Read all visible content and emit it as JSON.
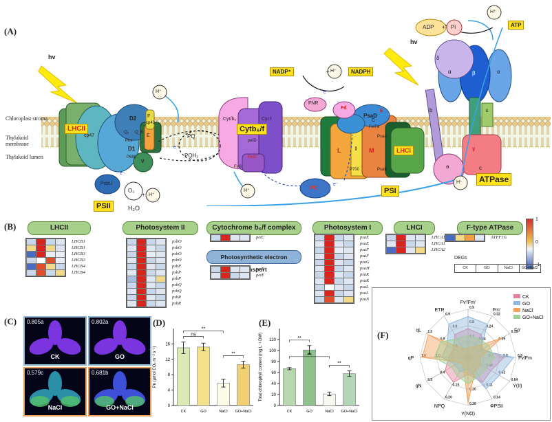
{
  "panels": {
    "A": "(A)",
    "B": "(B)",
    "C": "(C)",
    "D": "(D)",
    "E": "(E)",
    "F": "(F)"
  },
  "diagram": {
    "stroma": "Chloroplast stroma",
    "membrane": "Thylakoid membrane",
    "lumen": "Thylakoid lumen",
    "hv": "hv",
    "hv2": "hv",
    "lhcii": "LHCII",
    "psii": "PSII",
    "cytb6f": "Cytb₆/f",
    "psi": "PSI",
    "lhci": "LHCI",
    "atpase": "ATPase",
    "nadp": "NADP⁺",
    "nadph": "NADPH",
    "adp": "ADP",
    "pi": "Pi",
    "atp": "ATP",
    "hplus": "H⁺",
    "plus": "+",
    "h2o": "H₂O",
    "o2": "O₂",
    "pq": "PQ",
    "pqh2": "PQH₂",
    "pc": "PC",
    "fnr": "FNR",
    "fd": "Fd",
    "psad": "PsaD",
    "d1": "D1",
    "d2": "D2",
    "cp43": "cp43",
    "cp47": "cp47",
    "psbu": "PsbU",
    "p680": "P680",
    "phe": "Phe",
    "qa": "Qₐ",
    "qb": "Q_B",
    "v": "V",
    "f": "F",
    "e": "E",
    "cyt_b6": "Cyt/b₆",
    "cyt_f": "Cyt f",
    "petd": "petD",
    "petc": "PetC",
    "fes": "FeS",
    "l": "L",
    "i": "I",
    "m": "M",
    "psaa": "PsaA",
    "psab": "PsaB",
    "p700": "P700",
    "c": "C",
    "fxfb": "Fx/Fв",
    "psa_e": "E",
    "delta": "δ",
    "alpha": "α",
    "beta": "β",
    "alpha2": "α",
    "gamma": "γ",
    "epsilon": "ε",
    "b": "b",
    "a": "a",
    "csub": "c",
    "eminus": "e⁻"
  },
  "heatmap_legend": {
    "max": "1",
    "mid": "0",
    "min": "-1",
    "degs": "DEGs",
    "cols": [
      "CK",
      "GO",
      "NaCl",
      "GO+NaCl"
    ],
    "colors": [
      "#3b5fb8",
      "#f1f4fb",
      "#f0c050",
      "#d6312a"
    ]
  },
  "groups": [
    {
      "title": "LHCII",
      "genes": [
        "LHCB1",
        "LHCB1",
        "LHCB3",
        "LHCB3",
        "LHCB4",
        "LHCB4"
      ],
      "rows": [
        [
          "#c9d7ea",
          "#d8261e",
          "#c9d7ea",
          "#dfe6f2"
        ],
        [
          "#f2d987",
          "#d8261e",
          "#f2d987",
          "#dde4ef"
        ],
        [
          "#4a6cc0",
          "#d8261e",
          "#e9eef6",
          "#e9eef6"
        ],
        [
          "#c9d7ea",
          "#ffffff",
          "#e24c28",
          "#e9eef6"
        ],
        [
          "#4a6cc0",
          "#e24c28",
          "#f2d987",
          "#c9d7ea"
        ],
        [
          "#c9d7ea",
          "#e24c28",
          "#c9d7ea",
          "#f2d987"
        ]
      ]
    },
    {
      "title": "Photosystem II",
      "genes": [
        "psbO",
        "psbO",
        "psbO",
        "psbO",
        "psbP",
        "psbP",
        "psbP",
        "psbQ",
        "psbQ",
        "psbR",
        "psbR"
      ],
      "rows": [
        [
          "#c9d7ea",
          "#d8261e",
          "#c9d7ea",
          "#dfe6f2"
        ],
        [
          "#dfe6f2",
          "#d8261e",
          "#dfe6f2",
          "#c9d7ea"
        ],
        [
          "#c9d7ea",
          "#d8261e",
          "#e9eef6",
          "#dfe6f2"
        ],
        [
          "#dfe6f2",
          "#d8261e",
          "#c9d7ea",
          "#dfe6f2"
        ],
        [
          "#c9d7ea",
          "#d8261e",
          "#dfe6f2",
          "#c9d7ea"
        ],
        [
          "#dfe6f2",
          "#d8261e",
          "#c9d7ea",
          "#dfe6f2"
        ],
        [
          "#a9bfdf",
          "#d8261e",
          "#dfe6f2",
          "#f2d987"
        ],
        [
          "#c9d7ea",
          "#d8261e",
          "#dfe6f2",
          "#c9d7ea"
        ],
        [
          "#dfe6f2",
          "#d8261e",
          "#c9d7ea",
          "#dfe6f2"
        ],
        [
          "#c9d7ea",
          "#d8261e",
          "#dfe6f2",
          "#c9d7ea"
        ],
        [
          "#dfe6f2",
          "#d8261e",
          "#c9d7ea",
          "#dfe6f2"
        ]
      ]
    },
    {
      "title": "Cytochrome b₆/f complex",
      "genes": [
        "petC"
      ],
      "rows": [
        [
          "#c9d7ea",
          "#d8261e",
          "#dfe6f2",
          "#dfe6f2"
        ]
      ]
    },
    {
      "title": "Photosynthetic electron transport",
      "genes": [
        "petE",
        "petE"
      ],
      "rows": [
        [
          "#c9d7ea",
          "#d8261e",
          "#dfe6f2",
          "#dfe6f2"
        ],
        [
          "#dfe6f2",
          "#d8261e",
          "#c9d7ea",
          "#dfe6f2"
        ]
      ]
    },
    {
      "title": "Photosystem I",
      "genes": [
        "psaE",
        "psaE",
        "psaF",
        "psaF",
        "psaG",
        "psaH",
        "psaK",
        "psaK",
        "psaL",
        "psaL",
        "psaN"
      ],
      "rows": [
        [
          "#c9d7ea",
          "#d8261e",
          "#c9d7ea",
          "#dfe6f2"
        ],
        [
          "#dfe6f2",
          "#d8261e",
          "#dfe6f2",
          "#c9d7ea"
        ],
        [
          "#c9d7ea",
          "#d8261e",
          "#e9eef6",
          "#dfe6f2"
        ],
        [
          "#dfe6f2",
          "#d8261e",
          "#c9d7ea",
          "#dfe6f2"
        ],
        [
          "#c9d7ea",
          "#d8261e",
          "#dfe6f2",
          "#c9d7ea"
        ],
        [
          "#dfe6f2",
          "#d8261e",
          "#c9d7ea",
          "#dfe6f2"
        ],
        [
          "#c9d7ea",
          "#d8261e",
          "#dfe6f2",
          "#c9d7ea"
        ],
        [
          "#dfe6f2",
          "#d8261e",
          "#c9d7ea",
          "#dfe6f2"
        ],
        [
          "#c9d7ea",
          "#ffffff",
          "#dfe6f2",
          "#c9d7ea"
        ],
        [
          "#dfe6f2",
          "#d8261e",
          "#c9d7ea",
          "#dfe6f2"
        ],
        [
          "#c9d7ea",
          "#e24c28",
          "#dfe6f2",
          "#f2d987"
        ]
      ]
    },
    {
      "title": "LHCI",
      "genes": [
        "LHCA1",
        "LHCA1",
        "LHCA2"
      ],
      "rows": [
        [
          "#c9d7ea",
          "#d8261e",
          "#dfe6f2",
          "#dfe6f2"
        ],
        [
          "#dfe6f2",
          "#d8261e",
          "#c9d7ea",
          "#dfe6f2"
        ],
        [
          "#4a6cc0",
          "#d8261e",
          "#dfe6f2",
          "#f2d987"
        ]
      ]
    },
    {
      "title": "F-type ATPase",
      "genes": [
        "ATPF1G"
      ],
      "rows": [
        [
          "#4a6cc0",
          "#f2d987",
          "#f0a040",
          "#dfe6f2"
        ]
      ]
    }
  ],
  "plants": [
    {
      "label": "CK",
      "value": "0.805a"
    },
    {
      "label": "GO",
      "value": "0.802a"
    },
    {
      "label": "NaCl",
      "value": "0.579c"
    },
    {
      "label": "GO+NaCl",
      "value": "0.681b"
    }
  ],
  "chart_data": [
    {
      "type": "bar",
      "panel": "D",
      "ylabel": "Pn (μmol CO₂ m⁻² s⁻¹)",
      "categories": [
        "CK",
        "GO",
        "NaCl",
        "GO+NaCl"
      ],
      "values": [
        15.0,
        15.2,
        5.8,
        10.6
      ],
      "errors": [
        1.5,
        1.0,
        1.0,
        0.9
      ],
      "ylim": [
        0,
        20
      ],
      "yticks": [
        0,
        4,
        8,
        12,
        16
      ],
      "colors": [
        "#dbe9b4",
        "#f3e08a",
        "#fbfbe8",
        "#f2cf72"
      ],
      "sig": [
        {
          "pair": [
            0,
            1
          ],
          "label": "ns"
        },
        {
          "pair": [
            0,
            2
          ],
          "label": "**"
        },
        {
          "pair": [
            2,
            3
          ],
          "label": "**"
        }
      ]
    },
    {
      "type": "bar",
      "panel": "E",
      "ylabel": "Total chlorophyll content (mg L⁻¹ DW)",
      "categories": [
        "CK",
        "GO",
        "NaCl",
        "GO+NaCl"
      ],
      "values": [
        67,
        101,
        21,
        58
      ],
      "errors": [
        2,
        8,
        3,
        5
      ],
      "ylim": [
        0,
        140
      ],
      "yticks": [
        0,
        20,
        40,
        60,
        80,
        100,
        120
      ],
      "colors": [
        "#b7d7ae",
        "#8dc08c",
        "#f6f8f2",
        "#b3d7b6"
      ],
      "sig": [
        {
          "pair": [
            0,
            1
          ],
          "label": "**"
        },
        {
          "pair": [
            0,
            2
          ],
          "label": "**"
        },
        {
          "pair": [
            2,
            3
          ],
          "label": "**"
        }
      ]
    },
    {
      "type": "radar",
      "panel": "F",
      "axes": [
        "Fv'/Fm'",
        "Fm'",
        "Fo'",
        "Fv/Fm",
        "Y(II)",
        "ΦPSII",
        "Y(NO)",
        "NPQ",
        "qN",
        "qP",
        "qL",
        "ETR"
      ],
      "axis_max": [
        0.9,
        0.32,
        0.15,
        0.9,
        0.64,
        0.14,
        0.36,
        0.2,
        0.5,
        1.1,
        1.0,
        0.9
      ],
      "axis_ticks": [
        [
          "0.9",
          "0.8",
          "0.7"
        ],
        [
          "0.32",
          "0.24",
          "0.16"
        ],
        [
          "0.15",
          "0.09"
        ],
        [
          "0.9",
          "0.8",
          "0.7"
        ],
        [
          "0.64",
          "0.62",
          "0.60"
        ],
        [
          "0.14",
          "0.11"
        ],
        [
          "0.36",
          "0.20"
        ],
        [
          "0.20",
          "0.15"
        ],
        [
          "0.5",
          "0.4"
        ],
        [
          "1.0",
          "1.0"
        ],
        [
          "1.0",
          "0.9",
          "0.8"
        ],
        [
          "0.9",
          "0.8"
        ]
      ],
      "legend": [
        "CK",
        "GO",
        "NaCl",
        "GO+NaCl"
      ],
      "colors": [
        "#e8829b",
        "#8fb5dc",
        "#f3a15a",
        "#9fcf96"
      ],
      "series": [
        {
          "name": "CK",
          "values": [
            0.6,
            0.55,
            0.35,
            0.75,
            0.55,
            0.6,
            0.35,
            0.6,
            0.55,
            0.4,
            0.35,
            0.55
          ]
        },
        {
          "name": "GO",
          "values": [
            0.85,
            0.8,
            0.3,
            0.95,
            0.75,
            0.75,
            0.25,
            0.35,
            0.3,
            0.55,
            0.5,
            0.8
          ]
        },
        {
          "name": "NaCl",
          "values": [
            0.2,
            0.25,
            0.8,
            0.25,
            0.3,
            0.3,
            0.95,
            0.2,
            0.2,
            0.95,
            0.95,
            0.2
          ]
        },
        {
          "name": "GO+NaCl",
          "values": [
            0.45,
            0.45,
            0.5,
            0.55,
            0.45,
            0.45,
            0.55,
            0.45,
            0.4,
            0.7,
            0.65,
            0.45
          ]
        }
      ]
    }
  ]
}
